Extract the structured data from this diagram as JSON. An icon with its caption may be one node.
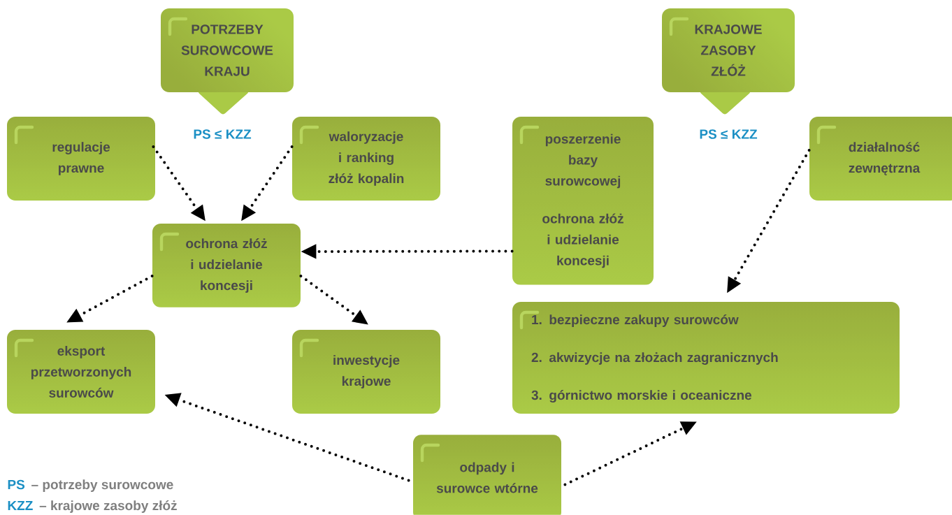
{
  "diagram": {
    "nodes": [
      {
        "text": [
          "POTRZEBY SUROWCOWE KRAJU"
        ]
      },
      {
        "text": [
          "KRAJOWE ZASOBY ZŁÓŻ"
        ]
      },
      {
        "text": [
          "regulacje prawne"
        ]
      },
      {
        "text": [
          "waloryzacje i ranking złóż kopalin"
        ]
      },
      {
        "text": [
          "poszerzenie bazy surowcowej",
          "ochrona złóż i udzielanie koncesji"
        ]
      },
      {
        "text": [
          "działalność zewnętrzna"
        ]
      },
      {
        "text": [
          "ochrona złóż i udzielanie koncesji"
        ]
      },
      {
        "text": [
          "eksport przetworzonych surowców"
        ]
      },
      {
        "text": [
          "inwestycje krajowe"
        ]
      },
      {
        "text": [
          "1. bezpieczne zakupy surowców",
          "2. akwizycje na złożach zagranicznych",
          "3. górnictwo morskie i oceaniczne"
        ]
      },
      {
        "text": [
          "odpady i surowce wtórne"
        ]
      }
    ],
    "edges": [
      {
        "from": 2,
        "to": 6,
        "arrow": "to"
      },
      {
        "from": 3,
        "to": 6,
        "arrow": "to"
      },
      {
        "from": 4,
        "to": 6,
        "arrow": "to"
      },
      {
        "from": 6,
        "to": 7,
        "arrow": "to"
      },
      {
        "from": 6,
        "to": 8,
        "arrow": "to"
      },
      {
        "from": 5,
        "to": 9,
        "arrow": "to"
      },
      {
        "from": 10,
        "to": 7,
        "arrow": "to"
      },
      {
        "from": 10,
        "to": 9,
        "arrow": "to"
      }
    ],
    "labels": [
      "PS ≤ KZZ",
      "PS ≤ KZZ",
      "PS",
      "– potrzeby surowcowe",
      "KZZ",
      "– krajowe zasoby złóż"
    ]
  }
}
